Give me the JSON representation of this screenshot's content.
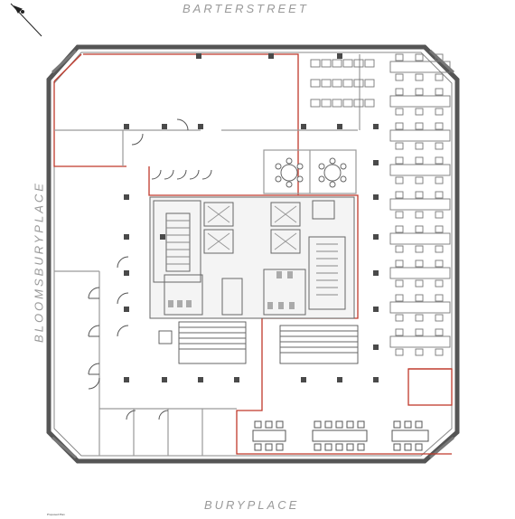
{
  "streets": {
    "top": "BARTERSTREET",
    "bottom": "BURYPLACE",
    "left": "BLOOMSBURYPLACE"
  },
  "caption": "Proposed Plan",
  "icons": {
    "north": "north-arrow-icon"
  },
  "colors": {
    "wall": "#555555",
    "partition": "#9a9a9a",
    "tenant_line": "#c0392b",
    "furniture": "#777777",
    "column": "#4a4a4a"
  }
}
